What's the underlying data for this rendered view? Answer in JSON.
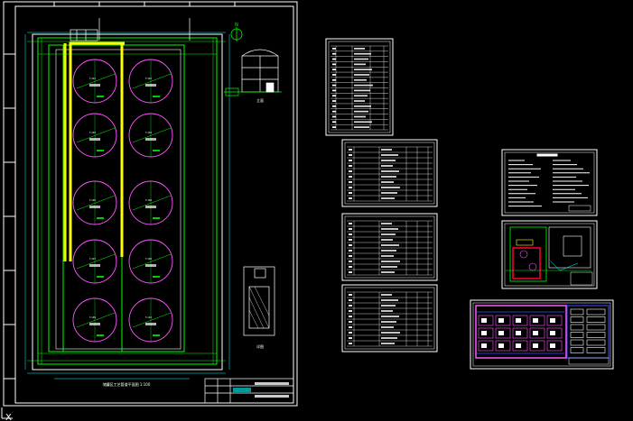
{
  "sheet_main": {
    "plan_title": "储罐区工艺管道平面图 1:100",
    "tank_labels": [
      "T-101",
      "T-102",
      "T-103",
      "T-104",
      "T-105",
      "T-106",
      "T-107",
      "T-108",
      "T-109",
      "T-110"
    ],
    "elevation_caption": "立面",
    "small_detail_caption": "详图",
    "north_arrow": "N"
  },
  "ucs": {
    "x_label": "X"
  },
  "colors": {
    "background": "#000000",
    "frame": "#ffffff",
    "grid": "#00ff00",
    "tank": "#ff55ff",
    "pipe": "#ffff00",
    "dimension": "#00ffff",
    "red": "#ff0033",
    "blue": "#3355ff"
  }
}
